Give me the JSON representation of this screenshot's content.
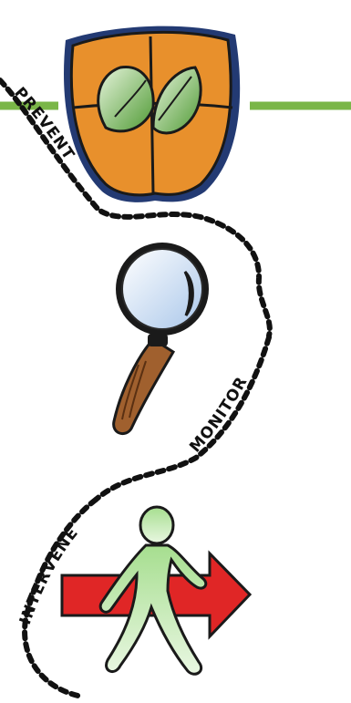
{
  "steps": [
    {
      "label": "PREVENT",
      "icon": "shield-leaf-icon"
    },
    {
      "label": "MONITOR",
      "icon": "magnifying-glass-icon"
    },
    {
      "label": "INTERVENE",
      "icon": "walking-person-arrow-icon"
    }
  ],
  "colors": {
    "accent_line": "#7ab648",
    "shield_fill": "#e8902c",
    "leaf_fill": "#7cb24a",
    "lens_fill": "#cfe0f3",
    "handle_fill": "#a0602e",
    "arrow_fill": "#e02626",
    "person_fill": "#8fd17a",
    "path_stroke": "#111111"
  }
}
